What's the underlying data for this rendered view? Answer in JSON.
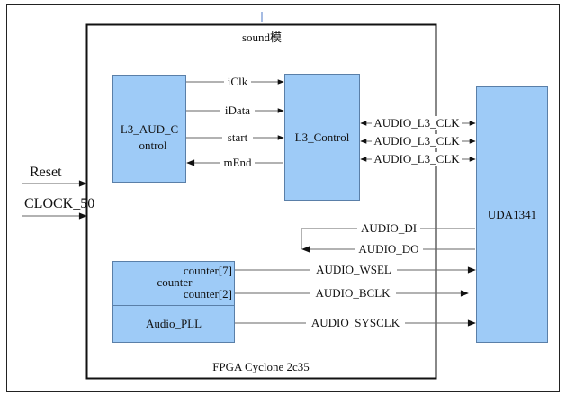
{
  "diagram": {
    "module_title": "sound模",
    "fpga_label": "FPGA Cyclone 2c35",
    "blocks": {
      "l3_aud": [
        "L3_AUD_C",
        "ontrol"
      ],
      "l3_control": "L3_Control",
      "uda": "UDA1341",
      "counter_main": "counter",
      "counter_7": "counter[7]",
      "counter_2": "counter[2]",
      "pll": "Audio_PLL"
    },
    "inputs": {
      "reset": "Reset",
      "clock": "CLOCK_50"
    },
    "signals": {
      "iclk": "iClk",
      "idata": "iData",
      "start": "start",
      "mend": "mEnd",
      "l3_clk_1": "AUDIO_L3_CLK",
      "l3_clk_2": "AUDIO_L3_CLK",
      "l3_clk_3": "AUDIO_L3_CLK",
      "audio_di": "AUDIO_DI",
      "audio_do": "AUDIO_DO",
      "audio_wsel": "AUDIO_WSEL",
      "audio_bclk": "AUDIO_BCLK",
      "audio_sysclk": "AUDIO_SYSCLK"
    },
    "colors": {
      "block_fill": "#9ecbf7",
      "block_stroke": "#5a7fa8",
      "line": "#6f6f6f",
      "border": "#222222"
    }
  }
}
